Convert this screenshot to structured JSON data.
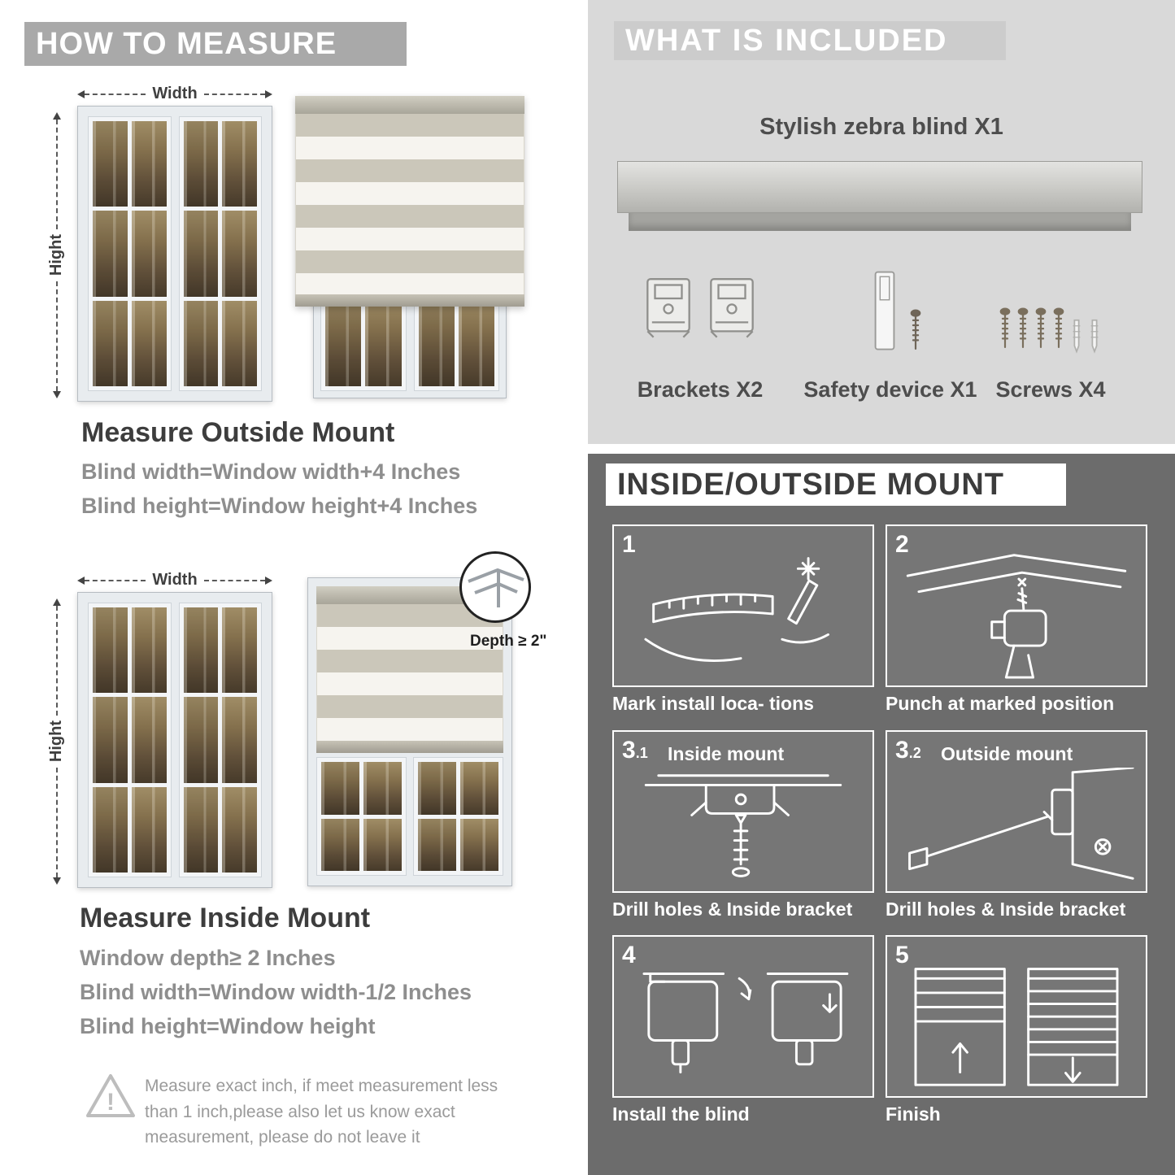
{
  "left": {
    "header": "HOW TO MEASURE",
    "labels": {
      "width": "Width",
      "hight": "Hight",
      "depth": "Depth ≥ 2\""
    },
    "outside": {
      "title": "Measure Outside Mount",
      "line1": "Blind width=Window width+4 Inches",
      "line2": "Blind height=Window height+4 Inches"
    },
    "inside": {
      "title": "Measure Inside Mount",
      "line1": "Window depth≥ 2 Inches",
      "line2": "Blind width=Window width-1/2 Inches",
      "line3": "Blind height=Window height"
    },
    "warning": "Measure exact inch, if meet measurement less than 1 inch,please also let us know exact measurement, please do not leave it"
  },
  "included": {
    "header": "WHAT IS INCLUDED",
    "blind_label": "Stylish zebra blind X1",
    "items": [
      {
        "label": "Brackets X2"
      },
      {
        "label": "Safety device X1"
      },
      {
        "label": "Screws X4"
      }
    ]
  },
  "mount": {
    "header": "INSIDE/OUTSIDE MOUNT",
    "steps": [
      {
        "num": "1",
        "sub": "",
        "label": "",
        "caption": "Mark install loca- tions"
      },
      {
        "num": "2",
        "sub": "",
        "label": "",
        "caption": "Punch at marked position"
      },
      {
        "num": "3",
        "sub": ".1",
        "label": "Inside mount",
        "caption": "Drill holes & Inside bracket"
      },
      {
        "num": "3",
        "sub": ".2",
        "label": "Outside mount",
        "caption": "Drill holes & Inside bracket"
      },
      {
        "num": "4",
        "sub": "",
        "label": "",
        "caption": "Install the blind"
      },
      {
        "num": "5",
        "sub": "",
        "label": "",
        "caption": "Finish"
      }
    ]
  },
  "colors": {
    "banner_gray": "#a9a9a9",
    "light_section": "#d9d9d9",
    "dark_section": "#6c6c6c",
    "title_text": "#3d3d3d",
    "body_text": "#8e8e8e"
  }
}
